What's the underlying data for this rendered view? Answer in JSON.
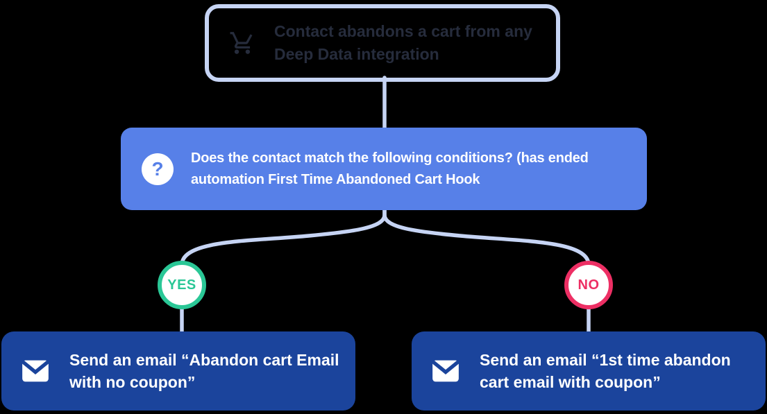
{
  "colors": {
    "background": "#000000",
    "connector": "#C6D4F4",
    "condition_blue": "#5780E8",
    "action_dark_blue": "#1B449C",
    "trigger_text_navy": "#262C3C",
    "yes_green": "#2AC796",
    "no_pink": "#ED2F64",
    "node_text_white": "#FFFFFF"
  },
  "flow": {
    "trigger": {
      "icon": "cart-icon",
      "lines": [
        "Contact abandons a cart from any",
        "Deep Data integration"
      ]
    },
    "condition": {
      "icon": "question-icon",
      "glyph": "?",
      "lines": [
        "Does the contact match the following conditions? (has ended",
        "automation First Time Abandoned Cart Hook"
      ]
    },
    "branches": {
      "yes_label": "YES",
      "no_label": "NO"
    },
    "actions": [
      {
        "icon": "email-icon",
        "lines": [
          "Send an email “Abandon cart Email",
          "with no coupon”"
        ]
      },
      {
        "icon": "email-icon",
        "lines": [
          "Send an email “1st time abandon",
          "cart email with coupon”"
        ]
      }
    ]
  }
}
